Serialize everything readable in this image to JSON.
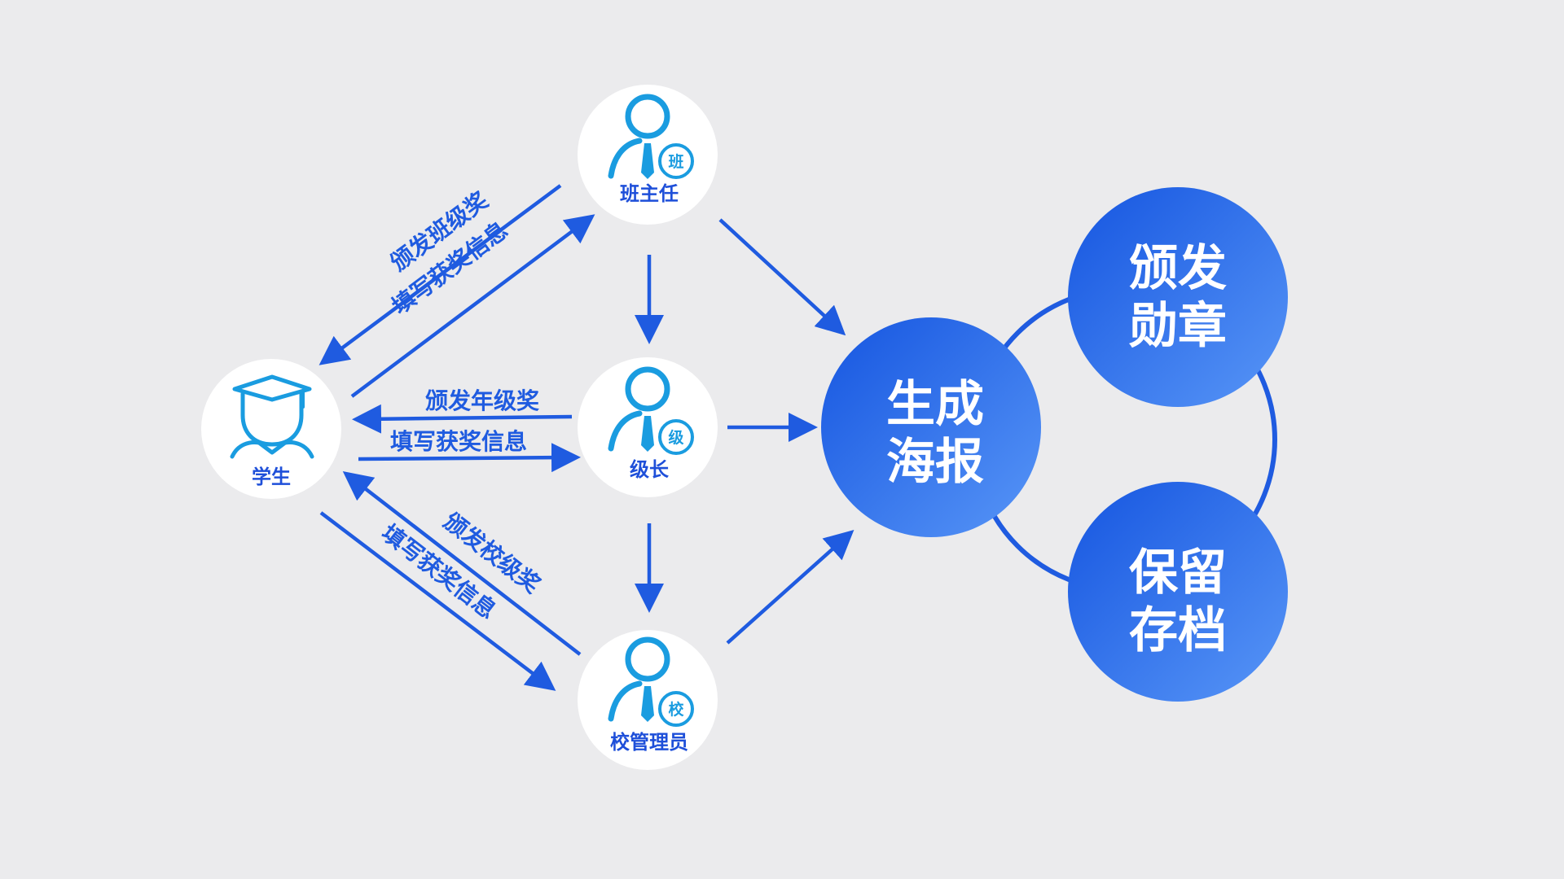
{
  "nodes": {
    "student": {
      "label": "学生"
    },
    "class_teacher": {
      "label": "班主任",
      "badge": "班"
    },
    "grade_head": {
      "label": "级长",
      "badge": "级"
    },
    "school_admin": {
      "label": "校管理员",
      "badge": "校"
    }
  },
  "edges": {
    "class_award": "颁发班级奖",
    "class_fill": "填写获奖信息",
    "grade_award": "颁发年级奖",
    "grade_fill": "填写获奖信息",
    "school_award": "颁发校级奖",
    "school_fill": "填写获奖信息"
  },
  "outcomes": {
    "poster": [
      "生成",
      "海报"
    ],
    "medal": [
      "颁发",
      "勋章"
    ],
    "archive": [
      "保留",
      "存档"
    ]
  },
  "colors": {
    "accent": "#1f5be0",
    "icon": "#1a9ce0",
    "background": "#ebebed",
    "big_circle_start": "#1a5ee6",
    "big_circle_end": "#4d8ef5"
  }
}
